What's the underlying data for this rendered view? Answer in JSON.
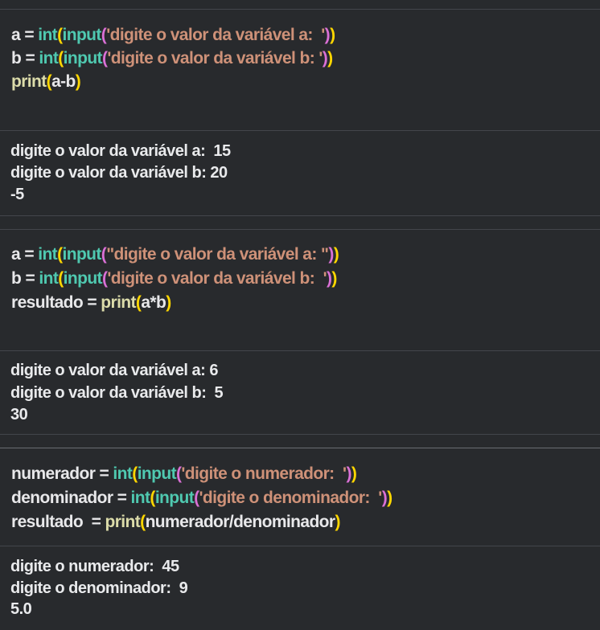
{
  "colors": {
    "background": "#282a2d",
    "divider": "#43464b",
    "text": "#e8e8ea",
    "builtin_function": "#4fc9b0",
    "print_function": "#dcdcaa",
    "paren_outer": "#ffd700",
    "paren_inner": "#da70d6",
    "string": "#ce9178"
  },
  "cells": [
    {
      "code": [
        [
          {
            "t": "var",
            "v": "a = "
          },
          {
            "t": "fn",
            "v": "int"
          },
          {
            "t": "paren1",
            "v": "("
          },
          {
            "t": "fn",
            "v": "input"
          },
          {
            "t": "paren2",
            "v": "("
          },
          {
            "t": "str",
            "v": "'digite o valor da variável a:  '"
          },
          {
            "t": "paren2",
            "v": ")"
          },
          {
            "t": "paren1",
            "v": ")"
          }
        ],
        [
          {
            "t": "var",
            "v": "b = "
          },
          {
            "t": "fn",
            "v": "int"
          },
          {
            "t": "paren1",
            "v": "("
          },
          {
            "t": "fn",
            "v": "input"
          },
          {
            "t": "paren2",
            "v": "("
          },
          {
            "t": "str",
            "v": "'digite o valor da variável b: '"
          },
          {
            "t": "paren2",
            "v": ")"
          },
          {
            "t": "paren1",
            "v": ")"
          }
        ],
        [
          {
            "t": "print",
            "v": "print"
          },
          {
            "t": "paren1",
            "v": "("
          },
          {
            "t": "var",
            "v": "a-b"
          },
          {
            "t": "paren1",
            "v": ")"
          }
        ]
      ],
      "output": [
        "digite o valor da variável a:  15",
        "digite o valor da variável b: 20",
        "-5"
      ]
    },
    {
      "code": [
        [
          {
            "t": "var",
            "v": "a = "
          },
          {
            "t": "fn",
            "v": "int"
          },
          {
            "t": "paren1",
            "v": "("
          },
          {
            "t": "fn",
            "v": "input"
          },
          {
            "t": "paren2",
            "v": "("
          },
          {
            "t": "str",
            "v": "\"digite o valor da variável a: \""
          },
          {
            "t": "paren2",
            "v": ")"
          },
          {
            "t": "paren1",
            "v": ")"
          }
        ],
        [
          {
            "t": "var",
            "v": "b = "
          },
          {
            "t": "fn",
            "v": "int"
          },
          {
            "t": "paren1",
            "v": "("
          },
          {
            "t": "fn",
            "v": "input"
          },
          {
            "t": "paren2",
            "v": "("
          },
          {
            "t": "str",
            "v": "'digite o valor da variável b:  '"
          },
          {
            "t": "paren2",
            "v": ")"
          },
          {
            "t": "paren1",
            "v": ")"
          }
        ],
        [
          {
            "t": "var",
            "v": "resultado = "
          },
          {
            "t": "print",
            "v": "print"
          },
          {
            "t": "paren1",
            "v": "("
          },
          {
            "t": "var",
            "v": "a*b"
          },
          {
            "t": "paren1",
            "v": ")"
          }
        ]
      ],
      "output": [
        "digite o valor da variável a: 6",
        "digite o valor da variável b:  5",
        "30"
      ]
    },
    {
      "code": [
        [
          {
            "t": "var",
            "v": "numerador = "
          },
          {
            "t": "fn",
            "v": "int"
          },
          {
            "t": "paren1",
            "v": "("
          },
          {
            "t": "fn",
            "v": "input"
          },
          {
            "t": "paren2",
            "v": "("
          },
          {
            "t": "str",
            "v": "'digite o numerador:  '"
          },
          {
            "t": "paren2",
            "v": ")"
          },
          {
            "t": "paren1",
            "v": ")"
          }
        ],
        [
          {
            "t": "var",
            "v": "denominador = "
          },
          {
            "t": "fn",
            "v": "int"
          },
          {
            "t": "paren1",
            "v": "("
          },
          {
            "t": "fn",
            "v": "input"
          },
          {
            "t": "paren2",
            "v": "("
          },
          {
            "t": "str",
            "v": "'digite o denominador:  '"
          },
          {
            "t": "paren2",
            "v": ")"
          },
          {
            "t": "paren1",
            "v": ")"
          }
        ],
        [
          {
            "t": "var",
            "v": "resultado  = "
          },
          {
            "t": "print",
            "v": "print"
          },
          {
            "t": "paren1",
            "v": "("
          },
          {
            "t": "var",
            "v": "numerador/denominador"
          },
          {
            "t": "paren1",
            "v": ")"
          }
        ]
      ],
      "output": [
        "digite o numerador:  45",
        "digite o denominador:  9",
        "5.0"
      ]
    }
  ]
}
